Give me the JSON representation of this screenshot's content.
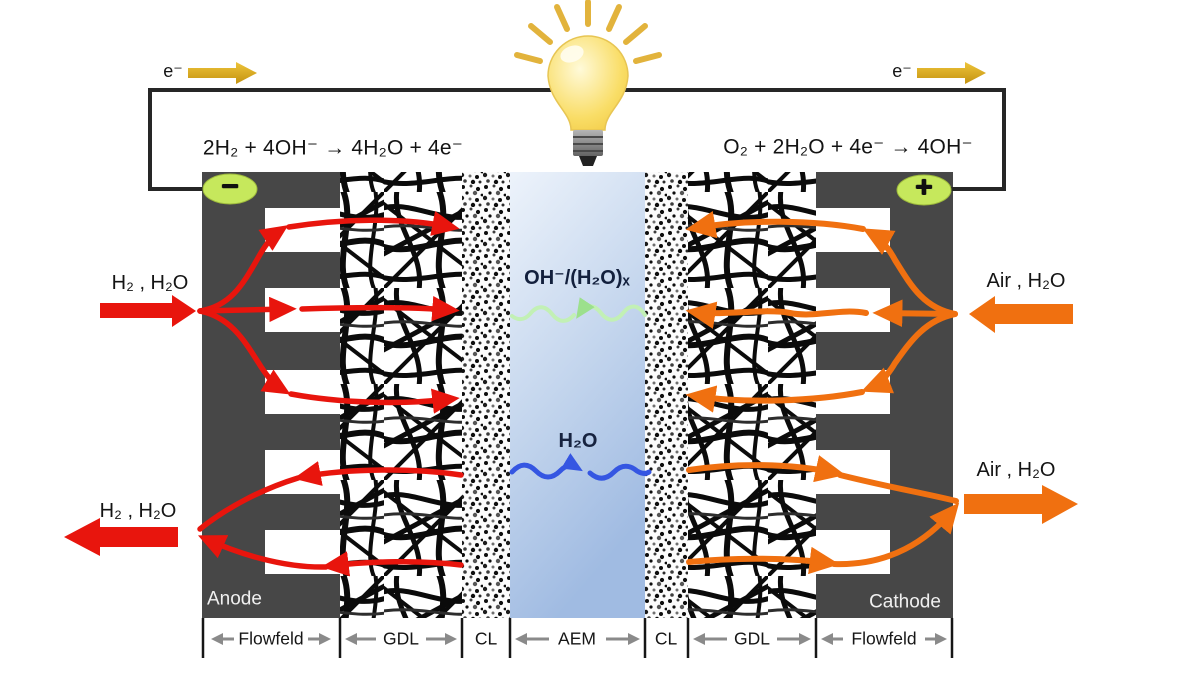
{
  "diagram": {
    "electron_label_left": "e⁻",
    "electron_label_right": "e⁻",
    "anode_reaction": "2H₂ + 4OH⁻ → 4H₂O + 4e⁻",
    "cathode_reaction": "O₂ + 2H₂O + 4e⁻ → 4OH⁻",
    "negative_terminal": "−",
    "positive_terminal": "+",
    "anode_label": "Anode",
    "cathode_label": "Cathode",
    "anode_inlet": "H₂ , H₂O",
    "anode_outlet": "H₂ , H₂O",
    "cathode_inlet": "Air , H₂O",
    "cathode_outlet": "Air , H₂O",
    "hydroxide_label": "OH⁻/(H₂O)ₓ",
    "water_label": "H₂O"
  },
  "layer_scale": {
    "anode_flowfield": "Flowfeld",
    "anode_gdl": "GDL",
    "anode_cl": "CL",
    "membrane": "AEM",
    "cathode_cl": "CL",
    "cathode_gdl": "GDL",
    "cathode_flowfield": "Flowfeld"
  },
  "colors": {
    "electrode_gray": "#474747",
    "hydrogen_red": "#e8150d",
    "air_orange": "#f07010",
    "electron_gold": "#d9a21d",
    "terminal_green": "#c6e85c",
    "membrane_blue": "#a6bfe3",
    "hydroxide_green": "#9ce08d",
    "water_blue": "#3556e2",
    "wire_black": "#262626",
    "dimension_gray": "#8a8a8a"
  }
}
